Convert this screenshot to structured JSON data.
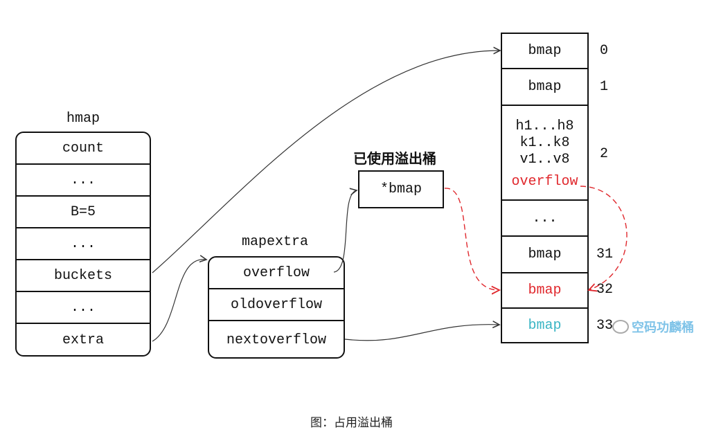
{
  "hmap": {
    "title": "hmap",
    "fields": [
      "count",
      "...",
      "B=5",
      "...",
      "buckets",
      "...",
      "extra"
    ]
  },
  "mapextra": {
    "title": "mapextra",
    "fields": [
      "overflow",
      "oldoverflow",
      "nextoverflow"
    ]
  },
  "used_overflow": {
    "heading": "已使用溢出桶",
    "label": "*bmap"
  },
  "buckets": {
    "b0": {
      "label": "bmap",
      "index": "0"
    },
    "b1": {
      "label": "bmap",
      "index": "1"
    },
    "b2": {
      "lines": [
        "h1...h8",
        "k1..k8",
        "v1..v8"
      ],
      "overflow_label": "overflow",
      "index": "2"
    },
    "dots": "...",
    "b31": {
      "label": "bmap",
      "index": "31"
    },
    "b32": {
      "label": "bmap",
      "index": "32"
    },
    "b33": {
      "label": "bmap",
      "index": "33"
    }
  },
  "colors": {
    "red": "#e0282d",
    "cyan": "#3bb5c4",
    "black": "#111111"
  },
  "watermark": "空码功麟桶",
  "caption": "图：占用溢出桶"
}
